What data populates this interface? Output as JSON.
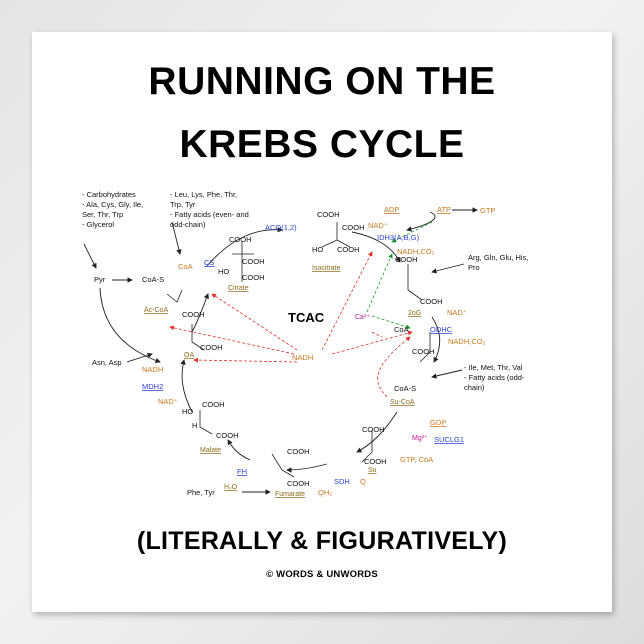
{
  "title": {
    "line1": "RUNNING ON THE",
    "line2": "KREBS CYCLE"
  },
  "subtitle": "(LITERALLY & FIGURATIVELY)",
  "credit": "© WORDS & UNWORDS",
  "diagram": {
    "center_label": "TCAC",
    "inputs": {
      "carbs": [
        "- Carbohydrates",
        "- Ala, Cys, Gly, Ile,",
        "  Ser, Thr, Trp",
        "- Glycerol"
      ],
      "aminos": [
        "- Leu, Lys,  Phe, Thr,",
        "  Trp, Tyr",
        "- Fatty acids (even- and",
        "  odd-chain)"
      ],
      "arg": [
        "Arg, Gln, Glu, His,",
        "Pro"
      ],
      "asn": "Asn, Asp",
      "ile": [
        "- Ile, Met, Thr, Val",
        "- Fatty acids (odd-",
        "  chain)"
      ],
      "phe": "Phe, Tyr"
    },
    "metabolites": {
      "pyr": "Pyr",
      "acetyl_coa": "Ac-CoA",
      "citrate": "Citrate",
      "isocitrate": "Isocitrate",
      "two_og": "2oG",
      "succinyl_coa": "Su-CoA",
      "succinate": "Su",
      "fumarate": "Fumarate",
      "malate": "Malate",
      "oxaloacetate": "OA"
    },
    "enzymes": {
      "cs": "CS",
      "aco": "ACO(1,2)",
      "idh": "IDH3(A,B,G)",
      "odhc": "ODHC",
      "suclg": "SUCLG1",
      "sdh": "SDH",
      "fh": "FH",
      "mdh": "MDH2"
    },
    "cofactors": {
      "adp": "ADP",
      "atp": "ATP",
      "gtp_top": "GTP",
      "nad_idh": "NAD⁺",
      "nadh_co2_idh": "NADH,CO₂",
      "nad_odhc": "NAD⁺",
      "nadh_co2_odhc": "NADH,CO₂",
      "coa_cs": "CoA",
      "coa_odhc": "CoA",
      "gdp": "GDP",
      "mg": "Mg²⁺",
      "gtp_coa": "GTP, CoA",
      "q": "Q",
      "qh2": "QH₂",
      "h2o": "H₂O",
      "nadh_mdh": "NADH",
      "nad_mdh": "NAD⁺",
      "ca": "Ca²⁺",
      "nadh_center": "NADH"
    },
    "chem": {
      "cooh": "COOH",
      "ho": "HO",
      "coas": "CoA-S",
      "h": "H",
      "ho_dot": "HO"
    }
  }
}
